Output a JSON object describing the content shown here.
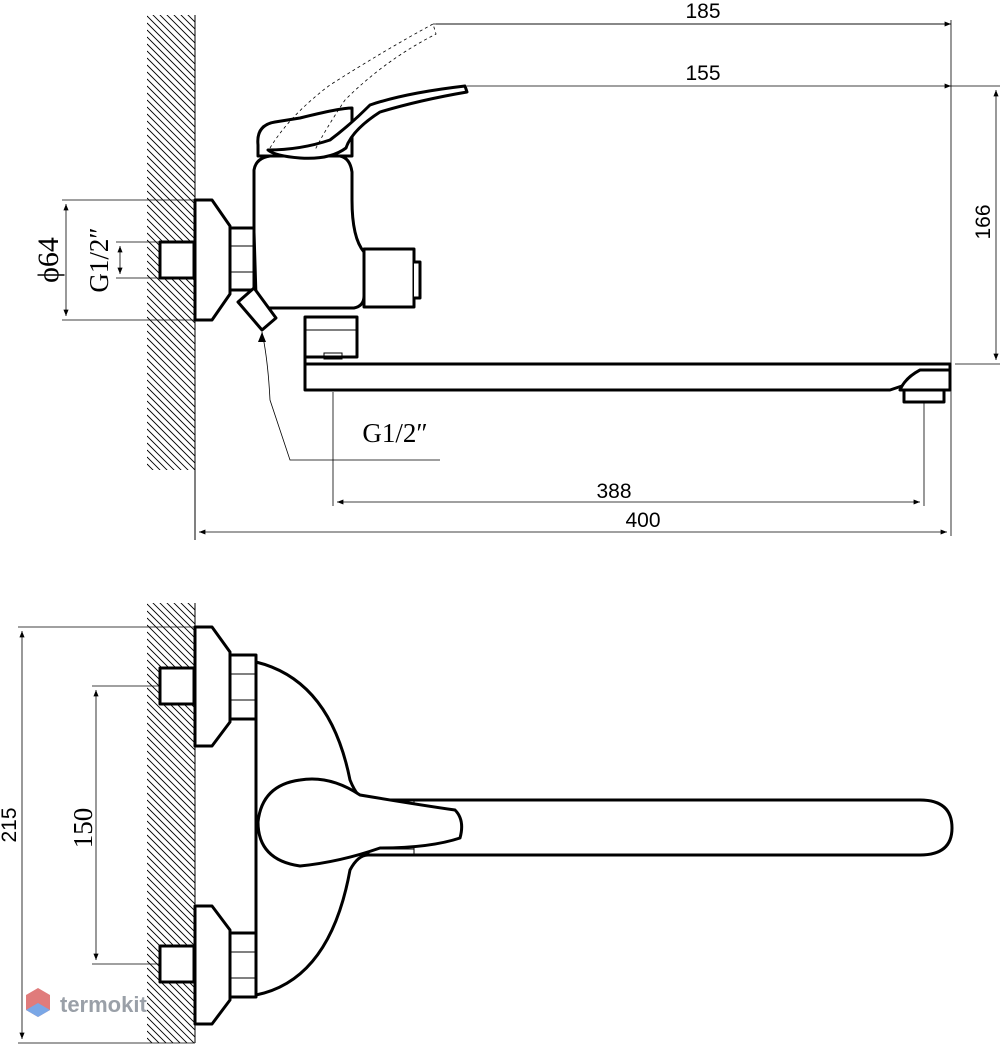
{
  "top_view": {
    "dim_185": "185",
    "dim_155": "155",
    "dim_166": "166",
    "dim_phi64": "ϕ64",
    "dim_g12_left": "G1/2″",
    "dim_g12_bottom": "G1/2″",
    "dim_388": "388",
    "dim_400": "400"
  },
  "bottom_view": {
    "dim_215": "215",
    "dim_150": "150"
  },
  "watermark": {
    "text": "termokit",
    "color": "#9aa0a8"
  }
}
